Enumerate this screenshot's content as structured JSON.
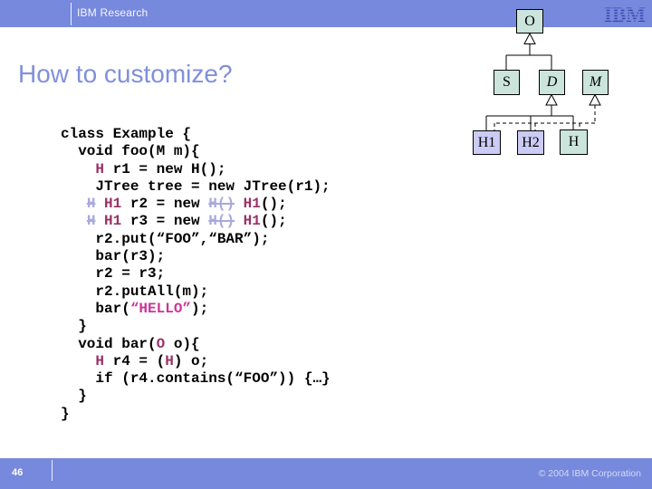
{
  "header": {
    "brand": "IBM Research",
    "logo_text": "IBM"
  },
  "title": "How to customize?",
  "code": {
    "lines": [
      {
        "segments": [
          {
            "text": "class Example {",
            "style": "plain"
          }
        ]
      },
      {
        "segments": [
          {
            "text": "  void foo(M m){",
            "style": "plain"
          }
        ]
      },
      {
        "segments": [
          {
            "text": "    ",
            "style": "plain"
          },
          {
            "text": "H",
            "style": "type"
          },
          {
            "text": " r1 = new H();",
            "style": "plain"
          }
        ]
      },
      {
        "segments": [
          {
            "text": "    JTree tree = new JTree(r1);",
            "style": "plain"
          }
        ]
      },
      {
        "segments": [
          {
            "text": "   ",
            "style": "plain"
          },
          {
            "text": "H",
            "style": "struck"
          },
          {
            "text": " ",
            "style": "plain"
          },
          {
            "text": "H1",
            "style": "type"
          },
          {
            "text": " r2 = new ",
            "style": "plain"
          },
          {
            "text": "H()",
            "style": "struck"
          },
          {
            "text": " ",
            "style": "plain"
          },
          {
            "text": "H1",
            "style": "type"
          },
          {
            "text": "();",
            "style": "plain"
          }
        ]
      },
      {
        "segments": [
          {
            "text": "   ",
            "style": "plain"
          },
          {
            "text": "H",
            "style": "struck"
          },
          {
            "text": " ",
            "style": "plain"
          },
          {
            "text": "H1",
            "style": "type"
          },
          {
            "text": " r3 = new ",
            "style": "plain"
          },
          {
            "text": "H()",
            "style": "struck"
          },
          {
            "text": " ",
            "style": "plain"
          },
          {
            "text": "H1",
            "style": "type"
          },
          {
            "text": "();",
            "style": "plain"
          }
        ]
      },
      {
        "segments": [
          {
            "text": "    r2.put(“FOO”,“BAR”);",
            "style": "plain"
          }
        ]
      },
      {
        "segments": [
          {
            "text": "    bar(r3);",
            "style": "plain"
          }
        ]
      },
      {
        "segments": [
          {
            "text": "    r2 = r3;",
            "style": "plain"
          }
        ]
      },
      {
        "segments": [
          {
            "text": "    r2.putAll(m);",
            "style": "plain"
          }
        ]
      },
      {
        "segments": [
          {
            "text": "    bar(",
            "style": "plain"
          },
          {
            "text": "“HELLO”",
            "style": "pink"
          },
          {
            "text": ");",
            "style": "plain"
          }
        ]
      },
      {
        "segments": [
          {
            "text": "  }",
            "style": "plain"
          }
        ]
      },
      {
        "segments": [
          {
            "text": "  void bar(",
            "style": "plain"
          },
          {
            "text": "O",
            "style": "type"
          },
          {
            "text": " o){",
            "style": "plain"
          }
        ]
      },
      {
        "segments": [
          {
            "text": "    ",
            "style": "plain"
          },
          {
            "text": "H",
            "style": "type"
          },
          {
            "text": " r4 = (",
            "style": "plain"
          },
          {
            "text": "H",
            "style": "type"
          },
          {
            "text": ") o;",
            "style": "plain"
          }
        ]
      },
      {
        "segments": [
          {
            "text": "    if (r4.contains(“FOO”)) {…}",
            "style": "plain"
          }
        ]
      },
      {
        "segments": [
          {
            "text": "  }",
            "style": "plain"
          }
        ]
      },
      {
        "segments": [
          {
            "text": "}",
            "style": "plain"
          }
        ]
      }
    ]
  },
  "diagram": {
    "nodes": {
      "o": "O",
      "s": "S",
      "d": "D",
      "m": "M",
      "h1": "H1",
      "h2": "H2",
      "h": "H"
    }
  },
  "footer": {
    "page": "46",
    "copyright": "© 2004 IBM Corporation"
  },
  "colors": {
    "bar": "#7789DC",
    "title": "#8090DC",
    "type_accent": "#993366",
    "string_accent": "#CC3399",
    "struck": "#A9A9DE",
    "node_teal": "#CBE4DC",
    "node_lavender": "#CBCBF6"
  }
}
